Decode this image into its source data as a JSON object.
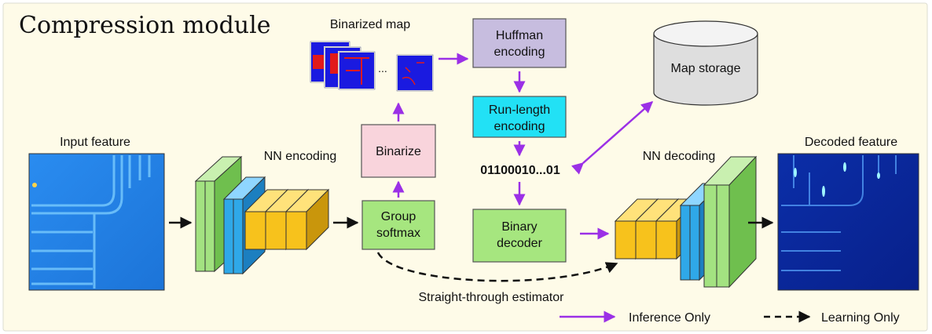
{
  "title": "Compression module",
  "labels": {
    "binarized_map": "Binarized map",
    "ellipsis": "...",
    "input_feature": "Input feature",
    "nn_encoding": "NN encoding",
    "nn_decoding": "NN decoding",
    "decoded_feature": "Decoded feature",
    "bitstream": "01100010...01",
    "straight_through": "Straight-through estimator"
  },
  "blocks": {
    "binarize": "Binarize",
    "group_softmax_1": "Group",
    "group_softmax_2": "softmax",
    "huffman_1": "Huffman",
    "huffman_2": "encoding",
    "runlength_1": "Run-length",
    "runlength_2": "encoding",
    "binary_decoder_1": "Binary",
    "binary_decoder_2": "decoder",
    "map_storage": "Map storage"
  },
  "legend": {
    "inference": "Inference Only",
    "learning": "Learning Only"
  },
  "colors": {
    "background": "#fefbe8",
    "inference_arrow": "#9b30e6",
    "binarize_fill": "#f9d4dc",
    "softmax_fill": "#a6e67f",
    "huffman_fill": "#c7bddf",
    "runlength_fill": "#22e1f5",
    "decoder_fill": "#a6e67f",
    "green_layer": "#a3e281",
    "blue_layer": "#2fa8e8",
    "yellow_block": "#f7c21c",
    "input_map": "#1f80e6",
    "decoded_map": "#0d2aa3"
  }
}
